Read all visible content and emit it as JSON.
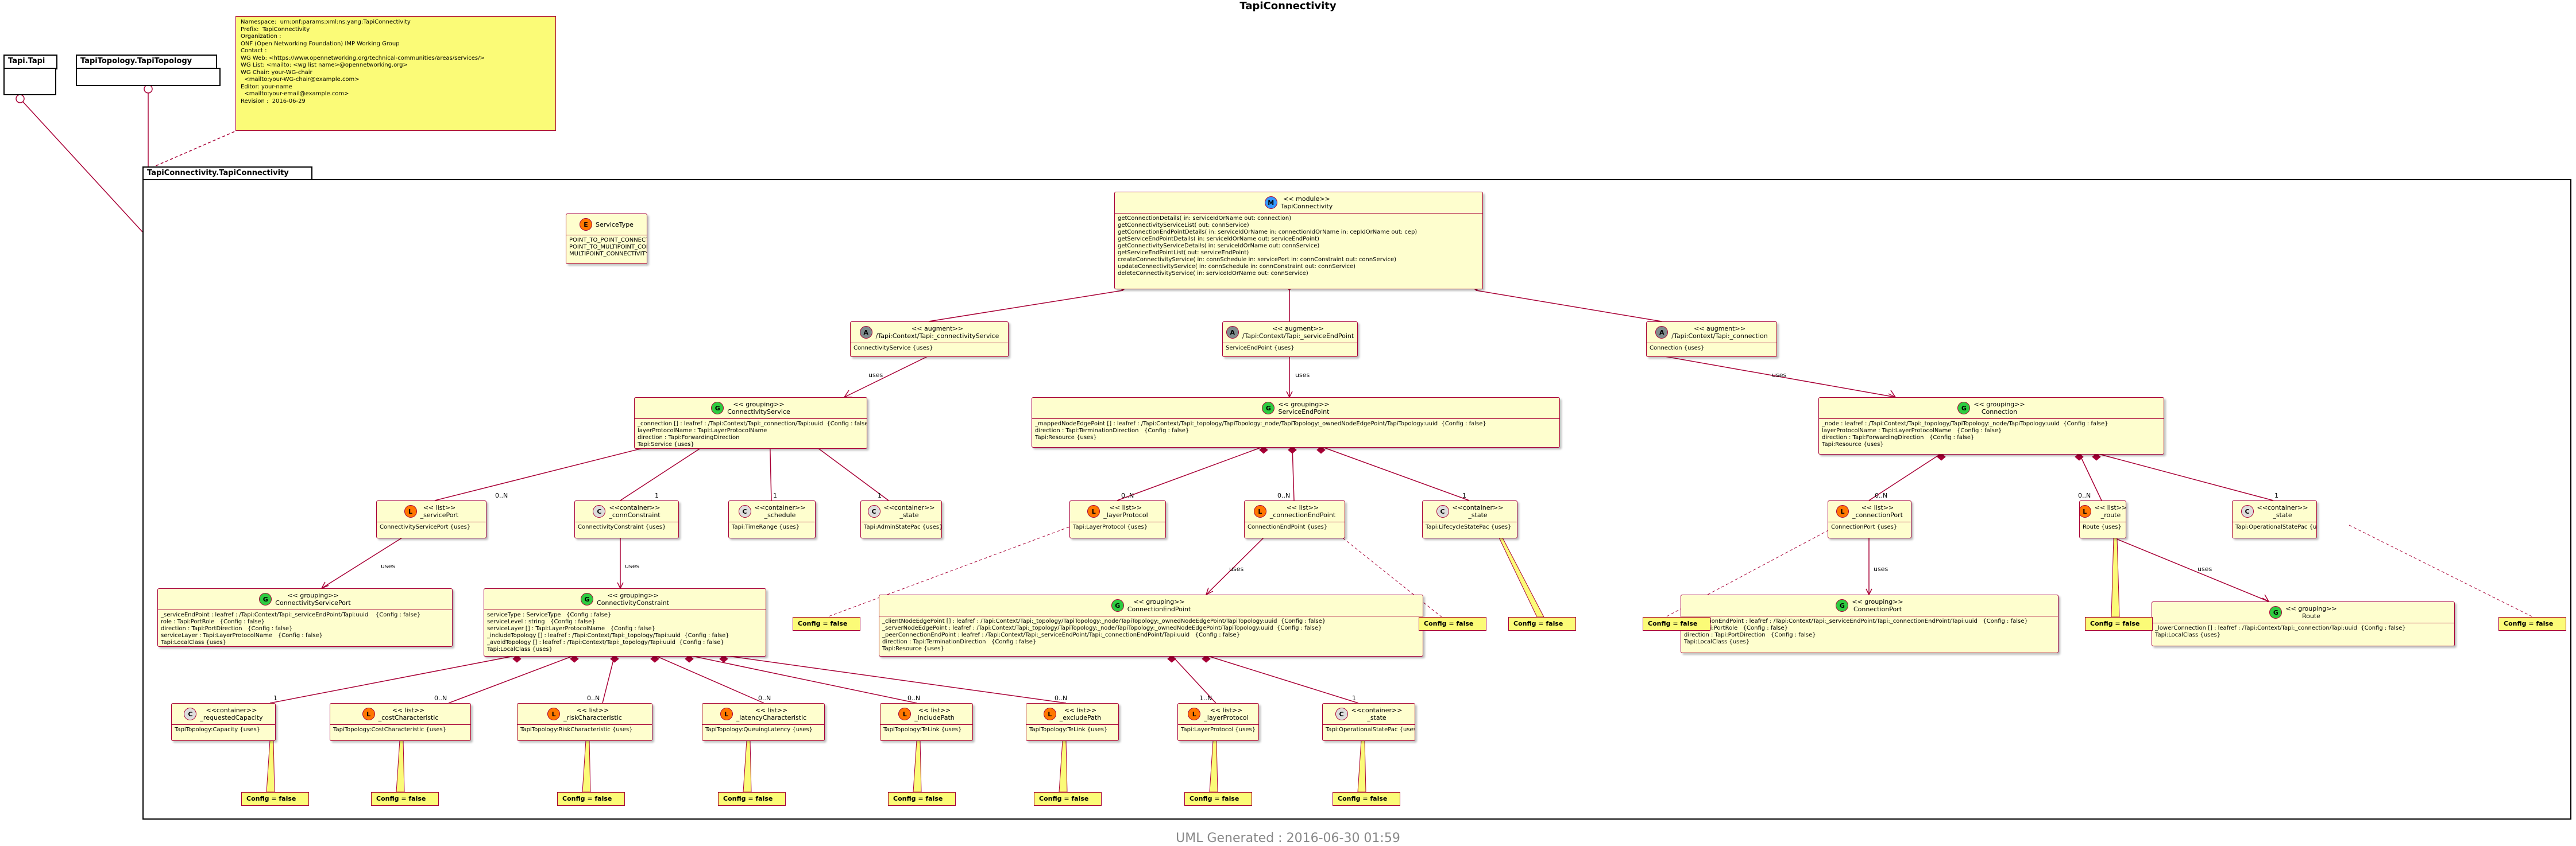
{
  "title": "TapiConnectivity",
  "footer": "UML Generated : 2016-06-30 01:59",
  "packages": {
    "tapi": "Tapi.Tapi",
    "topology": "TapiTopology.TapiTopology",
    "connectivity": "TapiConnectivity.TapiConnectivity"
  },
  "module_note": "Namespace:  urn:onf:params:xml:ns:yang:TapiConnectivity\nPrefix:  TapiConnectivity\nOrganization :\nONF (Open Networking Foundation) IMP Working Group\nContact :\nWG Web: <https://www.opennetworking.org/technical-communities/areas/services/>\nWG List: <mailto: <wg list name>@opennetworking.org>\nWG Chair: your-WG-chair\n  <mailto:your-WG-chair@example.com>\nEditor: your-name\n  <mailto:your-email@example.com>\nRevision :  2016-06-29",
  "config_note": "Config = false",
  "colors": {
    "class_fill": "#fefece",
    "border": "#a80036",
    "note_fill": "#fbfb77"
  },
  "classes": {
    "service_type": {
      "stereotype": "",
      "name": "ServiceType",
      "badge": "E",
      "badge_color": "#ff7700",
      "body": "POINT_TO_POINT_CONNECTIVITY\nPOINT_TO_MULTIPOINT_CONNECTIVITY\nMULTIPOINT_CONNECTIVITY"
    },
    "module": {
      "stereotype": "<< module>>",
      "name": "TapiConnectivity",
      "badge": "M",
      "badge_color": "#3399ff",
      "body": "getConnectionDetails( in: serviceIdOrName out: connection)\ngetConnectivityServiceList( out: connService)\ngetConnectionEndPointDetails( in: serviceIdOrName in: connectionIdOrName in: cepIdOrName out: cep)\ngetServiceEndPointDetails( in: serviceIdOrName out: serviceEndPoint)\ngetConnectivityServiceDetails( in: serviceIdOrName out: connService)\ngetServiceEndPointList( out: serviceEndPoint)\ncreateConnectivityService( in: connSchedule in: servicePort in: connConstraint out: connService)\nupdateConnectivityService( in: connSchedule in: connConstraint out: connService)\ndeleteConnectivityService( in: serviceIdOrName out: connService)"
    },
    "aug_conn_service": {
      "stereotype": "<< augment>>",
      "name": "/Tapi:Context/Tapi:_connectivityService",
      "badge": "A",
      "badge_color": "#7f8c8d",
      "body": "ConnectivityService {uses}"
    },
    "aug_service_end_point": {
      "stereotype": "<< augment>>",
      "name": "/Tapi:Context/Tapi:_serviceEndPoint",
      "badge": "A",
      "badge_color": "#7f8c8d",
      "body": "ServiceEndPoint {uses}"
    },
    "aug_connection": {
      "stereotype": "<< augment>>",
      "name": "/Tapi:Context/Tapi:_connection",
      "badge": "A",
      "badge_color": "#7f8c8d",
      "body": "Connection {uses}"
    },
    "connectivity_service": {
      "stereotype": "<< grouping>>",
      "name": "ConnectivityService",
      "badge": "G",
      "badge_color": "#2ecc40",
      "body": "_connection [] : leafref : /Tapi:Context/Tapi:_connection/Tapi:uuid  {Config : false}\nlayerProtocolName : Tapi:LayerProtocolName\ndirection : Tapi:ForwardingDirection\nTapi:Service {uses}"
    },
    "service_end_point": {
      "stereotype": "<< grouping>>",
      "name": "ServiceEndPoint",
      "badge": "G",
      "badge_color": "#2ecc40",
      "body": "_mappedNodeEdgePoint [] : leafref : /Tapi:Context/Tapi:_topology/TapiTopology:_node/TapiTopology:_ownedNodeEdgePoint/TapiTopology:uuid  {Config : false}\ndirection : Tapi:TerminationDirection   {Config : false}\nTapi:Resource {uses}"
    },
    "connection": {
      "stereotype": "<< grouping>>",
      "name": "Connection",
      "badge": "G",
      "badge_color": "#2ecc40",
      "body": "_node : leafref : /Tapi:Context/Tapi:_topology/TapiTopology:_node/TapiTopology:uuid  {Config : false}\nlayerProtocolName : Tapi:LayerProtocolName   {Config : false}\ndirection : Tapi:ForwardingDirection   {Config : false}\nTapi:Resource {uses}"
    },
    "service_port": {
      "stereotype": "<< list>>",
      "name": "_servicePort",
      "badge": "L",
      "badge_color": "#ff7700",
      "body": "ConnectivityServicePort {uses}"
    },
    "conn_constraint": {
      "stereotype": "<<container>>",
      "name": "_connConstraint",
      "badge": "C",
      "badge_color": "#dddddd",
      "body": "ConnectivityConstraint {uses}"
    },
    "schedule": {
      "stereotype": "<<container>>",
      "name": "_schedule",
      "badge": "C",
      "badge_color": "#dddddd",
      "body": "Tapi:TimeRange {uses}"
    },
    "cs_state": {
      "stereotype": "<<container>>",
      "name": "_state",
      "badge": "C",
      "badge_color": "#dddddd",
      "body": "Tapi:AdminStatePac {uses}"
    },
    "sep_layer_protocol": {
      "stereotype": "<< list>>",
      "name": "_layerProtocol",
      "badge": "L",
      "badge_color": "#ff7700",
      "body": "Tapi:LayerProtocol {uses}"
    },
    "connection_end_point": {
      "stereotype": "<< list>>",
      "name": "_connectionEndPoint",
      "badge": "L",
      "badge_color": "#ff7700",
      "body": "ConnectionEndPoint {uses}"
    },
    "sep_state": {
      "stereotype": "<<container>>",
      "name": "_state",
      "badge": "C",
      "badge_color": "#dddddd",
      "body": "Tapi:LifecycleStatePac {uses}"
    },
    "connection_port": {
      "stereotype": "<< list>>",
      "name": "_connectionPort",
      "badge": "L",
      "badge_color": "#ff7700",
      "body": "ConnectionPort {uses}"
    },
    "route": {
      "stereotype": "<< list>>",
      "name": "_route",
      "badge": "L",
      "badge_color": "#ff7700",
      "body": "Route {uses}"
    },
    "conn_state": {
      "stereotype": "<<container>>",
      "name": "_state",
      "badge": "C",
      "badge_color": "#dddddd",
      "body": "Tapi:OperationalStatePac {uses}"
    },
    "cs_port_grouping": {
      "stereotype": "<< grouping>>",
      "name": "ConnectivityServicePort",
      "badge": "G",
      "badge_color": "#2ecc40",
      "body": "_serviceEndPoint : leafref : /Tapi:Context/Tapi:_serviceEndPoint/Tapi:uuid    {Config : false}\nrole : Tapi:PortRole   {Config : false}\ndirection : Tapi:PortDirection   {Config : false}\nserviceLayer : Tapi:LayerProtocolName   {Config : false}\nTapi:LocalClass {uses}"
    },
    "conn_constraint_grouping": {
      "stereotype": "<< grouping>>",
      "name": "ConnectivityConstraint",
      "badge": "G",
      "badge_color": "#2ecc40",
      "body": "serviceType : ServiceType   {Config : false}\nserviceLevel : string   {Config : false}\nserviceLayer [] : Tapi:LayerProtocolName   {Config : false}\n_includeTopology [] : leafref : /Tapi:Context/Tapi:_topology/Tapi:uuid  {Config : false}\n_avoidTopology [] : leafref : /Tapi:Context/Tapi:_topology/Tapi:uuid  {Config : false}\nTapi:LocalClass {uses}"
    },
    "cep_grouping": {
      "stereotype": "<< grouping>>",
      "name": "ConnectionEndPoint",
      "badge": "G",
      "badge_color": "#2ecc40",
      "body": "_clientNodeEdgePoint [] : leafref : /Tapi:Context/Tapi:_topology/TapiTopology:_node/TapiTopology:_ownedNodeEdgePoint/TapiTopology:uuid  {Config : false}\n_serverNodeEdgePoint : leafref : /Tapi:Context/Tapi:_topology/TapiTopology:_node/TapiTopology:_ownedNodeEdgePoint/TapiTopology:uuid  {Config : false}\n_peerConnectionEndPoint : leafref : /Tapi:Context/Tapi:_serviceEndPoint/Tapi:_connectionEndPoint/Tapi:uuid   {Config : false}\ndirection : Tapi:TerminationDirection   {Config : false}\nTapi:Resource {uses}"
    },
    "conn_port_grouping": {
      "stereotype": "<< grouping>>",
      "name": "ConnectionPort",
      "badge": "G",
      "badge_color": "#2ecc40",
      "body": "_connectionEndPoint : leafref : /Tapi:Context/Tapi:_serviceEndPoint/Tapi:_connectionEndPoint/Tapi:uuid   {Config : false}\nrole : Tapi:PortRole   {Config : false}\ndirection : Tapi:PortDirection   {Config : false}\nTapi:LocalClass {uses}"
    },
    "route_grouping": {
      "stereotype": "<< grouping>>",
      "name": "Route",
      "badge": "G",
      "badge_color": "#2ecc40",
      "body": "_lowerConnection [] : leafref : /Tapi:Context/Tapi:_connection/Tapi:uuid  {Config : false}\nTapi:LocalClass {uses}"
    },
    "requested_capacity": {
      "stereotype": "<<container>>",
      "name": "_requestedCapacity",
      "badge": "C",
      "badge_color": "#dddddd",
      "body": "TapiTopology:Capacity {uses}"
    },
    "cost_characteristic": {
      "stereotype": "<< list>>",
      "name": "_costCharacteristic",
      "badge": "L",
      "badge_color": "#ff7700",
      "body": "TapiTopology:CostCharacteristic {uses}"
    },
    "risk_characteristic": {
      "stereotype": "<< list>>",
      "name": "_riskCharacteristic",
      "badge": "L",
      "badge_color": "#ff7700",
      "body": "TapiTopology:RiskCharacteristic {uses}"
    },
    "latency_characteristic": {
      "stereotype": "<< list>>",
      "name": "_latencyCharacteristic",
      "badge": "L",
      "badge_color": "#ff7700",
      "body": "TapiTopology:QueuingLatency {uses}"
    },
    "include_path": {
      "stereotype": "<< list>>",
      "name": "_includePath",
      "badge": "L",
      "badge_color": "#ff7700",
      "body": "TapiTopology:TeLink {uses}"
    },
    "exclude_path": {
      "stereotype": "<< list>>",
      "name": "_excludePath",
      "badge": "L",
      "badge_color": "#ff7700",
      "body": "TapiTopology:TeLink {uses}"
    },
    "cep_layer_protocol": {
      "stereotype": "<< list>>",
      "name": "_layerProtocol",
      "badge": "L",
      "badge_color": "#ff7700",
      "body": "Tapi:LayerProtocol {uses}"
    },
    "cep_state": {
      "stereotype": "<<container>>",
      "name": "_state",
      "badge": "C",
      "badge_color": "#dddddd",
      "body": "Tapi:OperationalStatePac {uses}"
    }
  },
  "edge_labels": {
    "uses": "uses",
    "many": "0..N",
    "one": "1",
    "one_many": "1..N"
  }
}
